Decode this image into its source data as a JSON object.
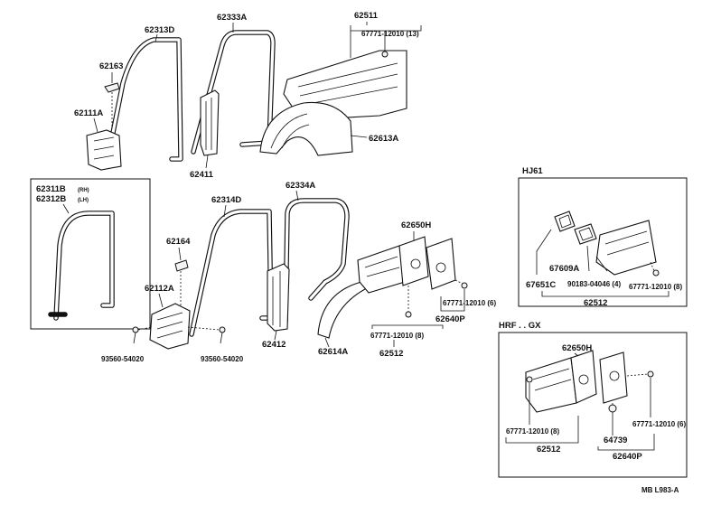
{
  "labels": {
    "p62313D": "62313D",
    "p62333A": "62333A",
    "p62511": "62511",
    "p67771_13": "67771-12010 (13)",
    "p62163": "62163",
    "p62111A": "62111A",
    "p62411": "62411",
    "p62613A": "62613A",
    "p62311B": "62311B",
    "rh": "(RH)",
    "p62312B": "62312B",
    "lh": "(LH)",
    "p62314D": "62314D",
    "p62334A": "62334A",
    "p62650H": "62650H",
    "p62164": "62164",
    "p62112A": "62112A",
    "p93560_left": "93560-54020",
    "p93560_right": "93560-54020",
    "p62412": "62412",
    "p62614A": "62614A",
    "p67771_8_mid": "67771-12010 (8)",
    "p62512_mid": "62512",
    "p67771_6_mid": "67771-12010 (6)",
    "p62640P_mid": "62640P",
    "hj61_title": "HJ61",
    "p67609A": "67609A",
    "p67651C": "67651C",
    "p90183": "90183-04046 (4)",
    "p67771_8_hj": "67771-12010 (8)",
    "p62512_hj": "62512",
    "hrf_title": "HRF . . GX",
    "p62650H_hrf": "62650H",
    "p67771_8_hrf": "67771-12010 (8)",
    "p62512_hrf": "62512",
    "p64739": "64739",
    "p67771_6_hrf": "67771-12010 (6)",
    "p62640P_hrf": "62640P",
    "code": "MB  L983-A"
  }
}
